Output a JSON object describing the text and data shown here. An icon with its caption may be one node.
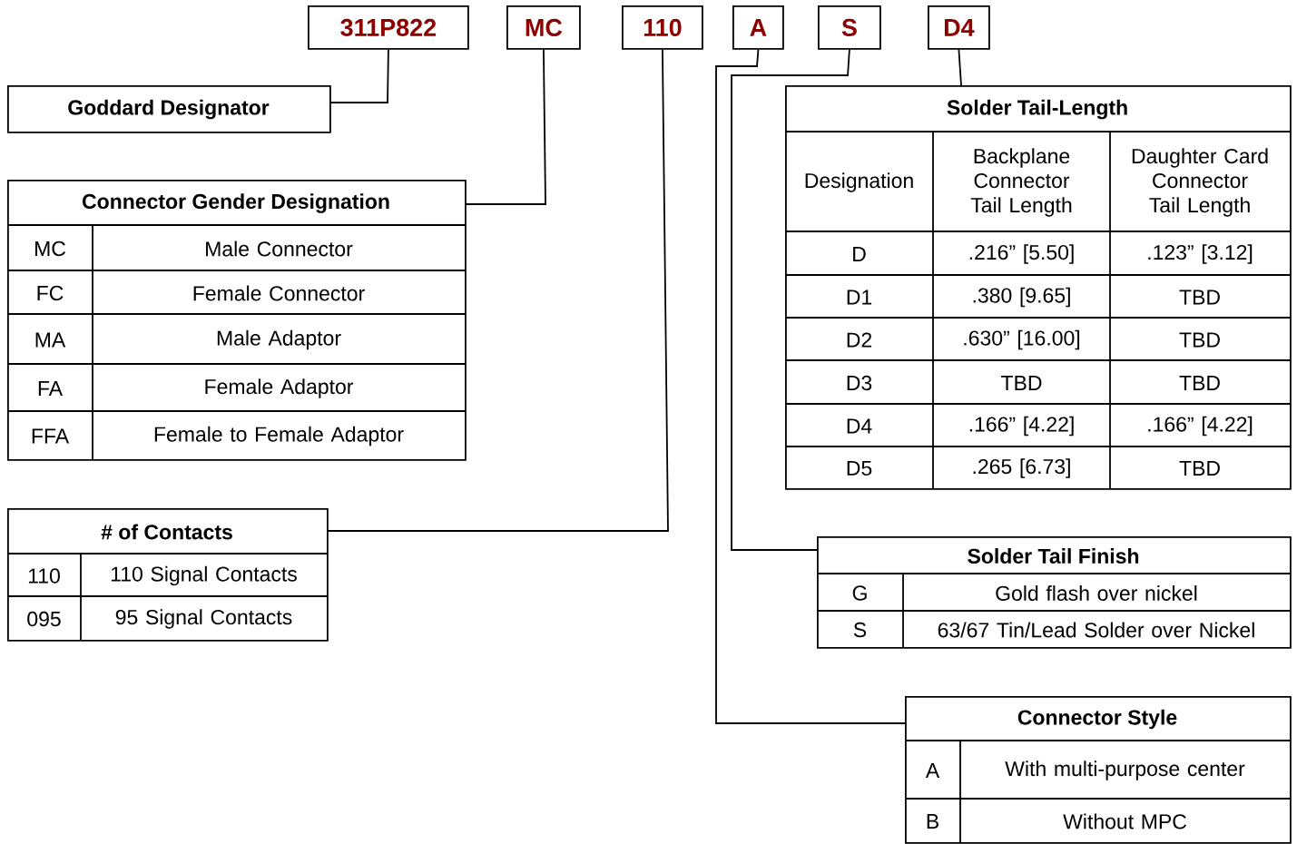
{
  "diagram": {
    "nodes": [
      {
        "text": [
          "311P822"
        ]
      },
      {
        "text": [
          "MC"
        ]
      },
      {
        "text": [
          "110"
        ]
      },
      {
        "text": [
          "A"
        ]
      },
      {
        "text": [
          "S"
        ]
      },
      {
        "text": [
          "D4"
        ]
      },
      {
        "text": [
          "Goddard  Designator"
        ]
      },
      {
        "text": [
          "Connector Gender Designation",
          "MC",
          "Male Connector",
          "FC",
          "Female Connector",
          "MA",
          "Male  Adaptor",
          "FA",
          "Female Adaptor",
          "FFA",
          "Female to Female  Adaptor"
        ]
      },
      {
        "text": [
          "Solder Tail-Length",
          "Designation",
          "Backplane Connector Tail Length",
          "Daughter Card Connector Tail Length",
          "D",
          ".216” [5.50]",
          ".123” [3.12]",
          "D1",
          ".380 [9.65]",
          "TBD",
          "D2",
          ".630” [16.00]",
          "TBD",
          "D3",
          "TBD",
          "TBD",
          "D4",
          ".166” [4.22]",
          ".166” [4.22]",
          "D5",
          ".265 [6.73]",
          "TBD"
        ]
      },
      {
        "text": [
          "# of Contacts",
          "110",
          "110 Signal Contacts",
          "095",
          "95 Signal Contacts"
        ]
      },
      {
        "text": [
          "Solder Tail Finish",
          "G",
          "Gold flash over nickel",
          "S",
          "63/67 Tin/Lead Solder over Nickel"
        ]
      },
      {
        "text": [
          "Connector Style",
          "A",
          "With multi-purpose center",
          "B",
          "Without MPC"
        ]
      }
    ],
    "edges": [
      {
        "from": 0,
        "to": 6,
        "arrow": "none"
      },
      {
        "from": 1,
        "to": 7,
        "arrow": "none"
      },
      {
        "from": 2,
        "to": 9,
        "arrow": "none"
      },
      {
        "from": 3,
        "to": 11,
        "arrow": "none"
      },
      {
        "from": 4,
        "to": 10,
        "arrow": "none"
      },
      {
        "from": 5,
        "to": 8,
        "arrow": "none"
      }
    ]
  }
}
